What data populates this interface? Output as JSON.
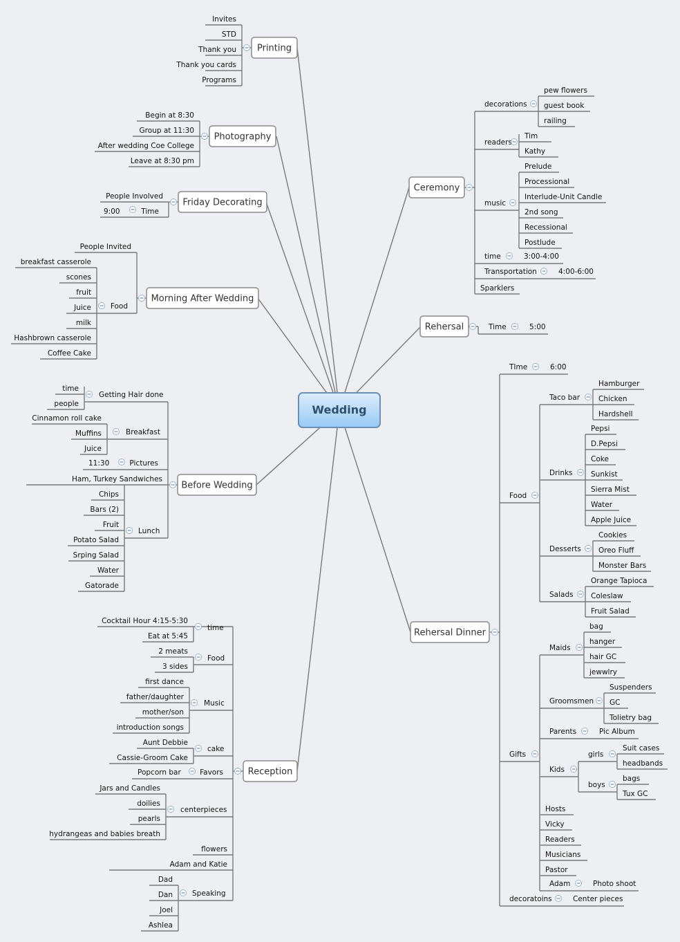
{
  "central": "Wedding",
  "topics": [
    {
      "label": "Printing",
      "items": [
        "Invites",
        "STD",
        "Thank you",
        "Thank you cards",
        "Programs"
      ]
    },
    {
      "label": "Photography",
      "items": [
        "Begin at 8:30",
        "Group at 11:30",
        "After wedding Coe College",
        "Leave at 8:30 pm"
      ]
    },
    {
      "label": "Friday Decorating",
      "items": [
        "People Involved",
        "9:00",
        "Time"
      ]
    },
    {
      "label": "Morning After Wedding",
      "items": [
        "People Invited",
        "Food",
        "breakfast casserole",
        "scones",
        "fruit",
        "Juice",
        "milk",
        "Hashbrown casserole",
        "Coffee Cake"
      ]
    },
    {
      "label": "Before Wedding",
      "items": [
        "Getting Hair done",
        "time",
        "people",
        "Breakfast",
        "Cinnamon roll cake",
        "Muffins",
        "Juice",
        "Pictures",
        "11:30",
        "Ham, Turkey Sandwiches",
        "Lunch",
        "Chips",
        "Bars (2)",
        "Fruit",
        "Potato Salad",
        "Srping Salad",
        "Water",
        "Gatorade"
      ]
    },
    {
      "label": "Reception",
      "items": [
        "time",
        "Cocktail Hour 4:15-5:30",
        "Eat at 5:45",
        "Food",
        "2 meats",
        "3 sides",
        "Music",
        "first dance",
        "father/daughter",
        "mother/son",
        "introduction songs",
        "cake",
        "Aunt Debbie",
        "Cassie-Groom Cake",
        "Favors",
        "Popcorn bar",
        "Jars and Candles",
        "centerpieces",
        "doilies",
        "pearls",
        "hydrangeas and babies breath",
        "flowers",
        "Adam and Katie",
        "Speaking",
        "Dad",
        "Dan",
        "Joel",
        "Ashlea"
      ]
    },
    {
      "label": "Ceremony",
      "items": [
        "decorations",
        "pew flowers",
        "guest book",
        "railing",
        "readers",
        "Tim",
        "Kathy",
        "music",
        "Prelude",
        "Processional",
        "Interlude-Unit Candle",
        "2nd song",
        "Recessional",
        "Postlude",
        "time",
        "3:00-4:00",
        "Transportation",
        "4:00-6:00",
        "Sparklers"
      ]
    },
    {
      "label": "Rehersal",
      "items": [
        "Time",
        "5:00"
      ]
    },
    {
      "label": "Rehersal Dinner",
      "items": [
        "TIme",
        "6:00",
        "Food",
        "Taco bar",
        "Hamburger",
        "Chicken",
        "Hardshell",
        "Drinks",
        "Pepsi",
        "D.Pepsi",
        "Coke",
        "Sunkist",
        "Sierra Mist",
        "Water",
        "Apple Juice",
        "Desserts",
        "Cookies",
        "Oreo Fluff",
        "Monster Bars",
        "Salads",
        "Orange Tapioca",
        "Coleslaw",
        "Fruit Salad",
        "Gifts",
        "Maids",
        "bag",
        "hanger",
        "hair GC",
        "jewwlry",
        "Groomsmen",
        "Suspenders",
        "GC",
        "Tolietry bag",
        "Parents",
        "Pic Album",
        "Kids",
        "girls",
        "Suit cases",
        "headbands",
        "boys",
        "bags",
        "Tux GC",
        "Hosts",
        "Vicky",
        "Readers",
        "Musicians",
        "Pastor",
        "Adam",
        "Photo shoot",
        "decoratoins",
        "Center pieces"
      ]
    }
  ],
  "colors": {
    "central_fill_top": "#cfe6fb",
    "central_fill_bottom": "#9ccdf5",
    "central_border": "#6d8fb5",
    "line": "#7a7a7a",
    "background": "#edeff2"
  }
}
